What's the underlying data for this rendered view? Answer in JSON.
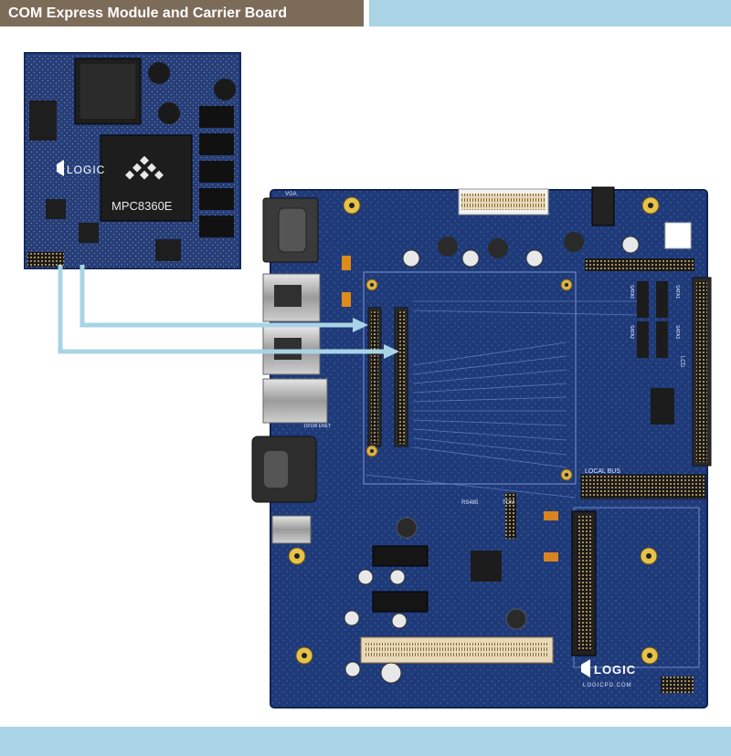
{
  "header": {
    "title": "COM Express Module and Carrier Board"
  },
  "module": {
    "brand": "LOGIC",
    "chip_label": "MPC8360E"
  },
  "carrier": {
    "brand": "LOGIC",
    "website": "LOGICPD.COM",
    "silkscreen": {
      "vga": "VGA",
      "local_bus": "LOCAL BUS",
      "lcd": "LCD",
      "rs485": "RS485",
      "tdm": "TDM",
      "sata0": "SATA0",
      "sata1": "SATA1",
      "sata2": "SATA2",
      "sata3": "SATA3",
      "eth": "10/100 ENET"
    }
  },
  "colors": {
    "header_bg": "#7d6b5a",
    "accent": "#a8d4e6",
    "pcb": "#1f3a78",
    "arrow": "#a8d4e6"
  }
}
